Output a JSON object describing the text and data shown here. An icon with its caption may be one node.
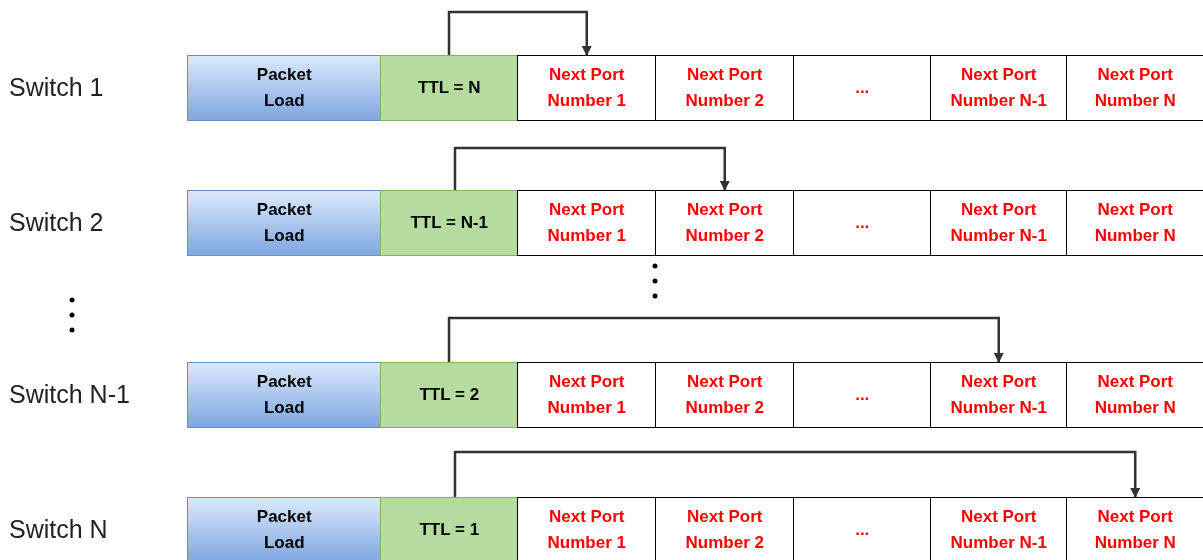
{
  "diagram": {
    "nodes": [
      {
        "text": [
          "Packet Load"
        ]
      },
      {
        "text": [
          "TTL = N"
        ]
      },
      {
        "text": [
          "Next Port Number 1"
        ]
      },
      {
        "text": [
          "Next Port Number 2"
        ]
      },
      {
        "text": [
          "..."
        ]
      },
      {
        "text": [
          "Next Port Number N-1"
        ]
      },
      {
        "text": [
          "Next Port Number N"
        ]
      },
      {
        "text": [
          "Packet Load"
        ]
      },
      {
        "text": [
          "TTL = N-1"
        ]
      },
      {
        "text": [
          "Next Port Number 1"
        ]
      },
      {
        "text": [
          "Next Port Number 2"
        ]
      },
      {
        "text": [
          "..."
        ]
      },
      {
        "text": [
          "Next Port Number N-1"
        ]
      },
      {
        "text": [
          "Next Port Number N"
        ]
      },
      {
        "text": [
          "Packet Load"
        ]
      },
      {
        "text": [
          "TTL = 2"
        ]
      },
      {
        "text": [
          "Next Port Number 1"
        ]
      },
      {
        "text": [
          "Next Port Number 2"
        ]
      },
      {
        "text": [
          "..."
        ]
      },
      {
        "text": [
          "Next Port Number N-1"
        ]
      },
      {
        "text": [
          "Next Port Number N"
        ]
      },
      {
        "text": [
          "Packet Load"
        ]
      },
      {
        "text": [
          "TTL = 1"
        ]
      },
      {
        "text": [
          "Next Port Number 1"
        ]
      },
      {
        "text": [
          "Next Port Number 2"
        ]
      },
      {
        "text": [
          "..."
        ]
      },
      {
        "text": [
          "Next Port Number N-1"
        ]
      },
      {
        "text": [
          "Next Port Number N"
        ]
      }
    ],
    "edges": [
      {
        "from": 1,
        "to": 2,
        "arrow": "to"
      },
      {
        "from": 8,
        "to": 10,
        "arrow": "to"
      },
      {
        "from": 15,
        "to": 19,
        "arrow": "to"
      },
      {
        "from": 22,
        "to": 27,
        "arrow": "to"
      }
    ],
    "labels": [
      "Switch 1",
      "Switch 2",
      "Switch N-1",
      "Switch N"
    ]
  }
}
